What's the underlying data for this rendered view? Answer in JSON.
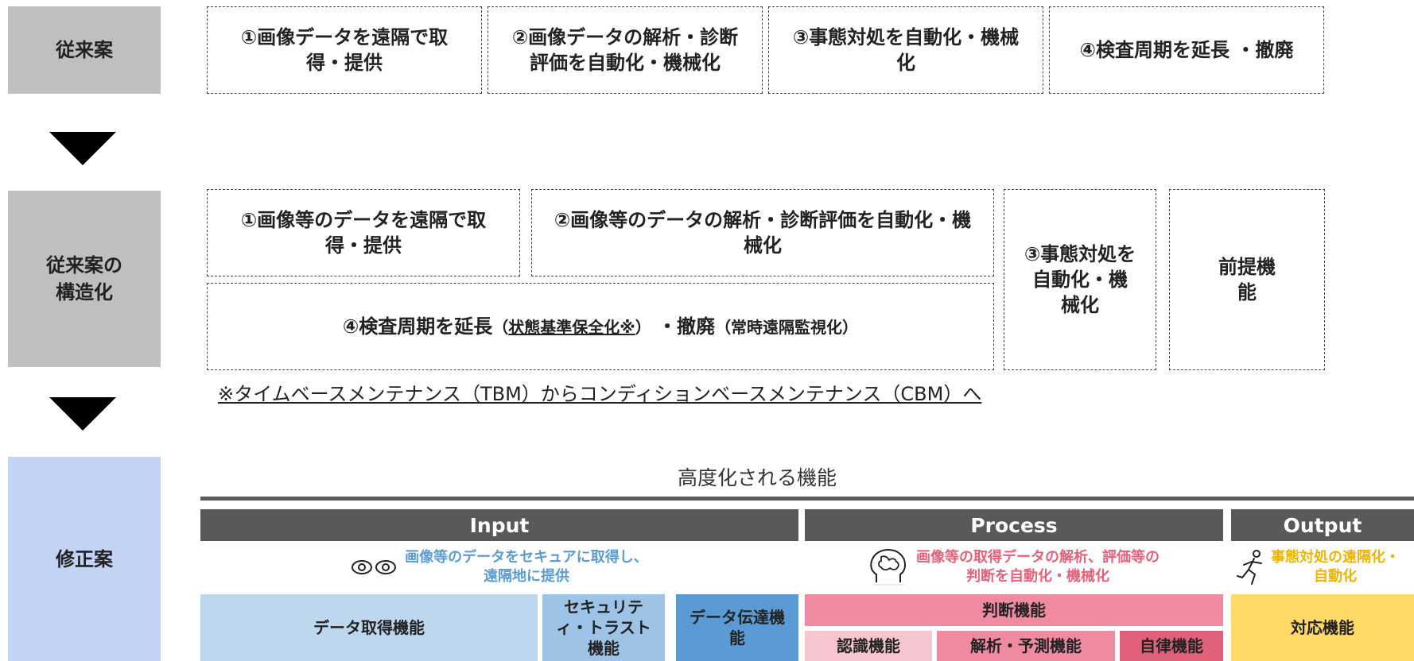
{
  "rows": {
    "conventional": "従来案",
    "structured": "従来案の構造化",
    "revised": "修正案"
  },
  "conventional_boxes": [
    "①画像データを遠隔で取得・提供",
    "②画像データの解析・診断評価を自動化・機械化",
    "③事態対処を自動化・機械化",
    "④検査周期を延長 ・撤廃"
  ],
  "structured_boxes": {
    "b1": "①画像等のデータを遠隔で取得・提供",
    "b2": "②画像等のデータの解析・診断評価を自動化・機械化",
    "b3": "③事態対処を自動化・機械化",
    "b5": "前提機能",
    "b4_main": "④検査周期を延長",
    "b4_paren_open": "（",
    "b4_sub1": "状態基準保全化※",
    "b4_paren_close": "）",
    "b4_rest": "・撤廃",
    "b4_sub2": "（常時遠隔監視化）"
  },
  "footnote": "※タイムベースメンテナンス（TBM）からコンディションベースメンテナンス（CBM）へ",
  "advanced_title": "高度化される機能",
  "columns": {
    "input": {
      "header": "Input",
      "desc1": "画像等のデータをセキュアに取得し、",
      "desc2": "遠隔地に提供",
      "icon": "eyes-icon",
      "color": "#5b9bd5"
    },
    "process": {
      "header": "Process",
      "desc1": "画像等の取得データの解析、評価等の",
      "desc2": "判断を自動化・機械化",
      "icon": "brain-icon",
      "color": "#e8607a"
    },
    "output": {
      "header": "Output",
      "desc1": "事態対処の遠隔化・",
      "desc2": "自動化",
      "icon": "running-person-icon",
      "color": "#f0b400"
    }
  },
  "cells": {
    "data_acquisition": "データ取得機能",
    "security": "セキュリティ・トラスト機能",
    "data_transfer": "データ伝達機能",
    "judgment": "判断機能",
    "recognition": "認識機能",
    "analysis": "解析・予測機能",
    "autonomy": "自律機能",
    "response": "対応機能"
  }
}
